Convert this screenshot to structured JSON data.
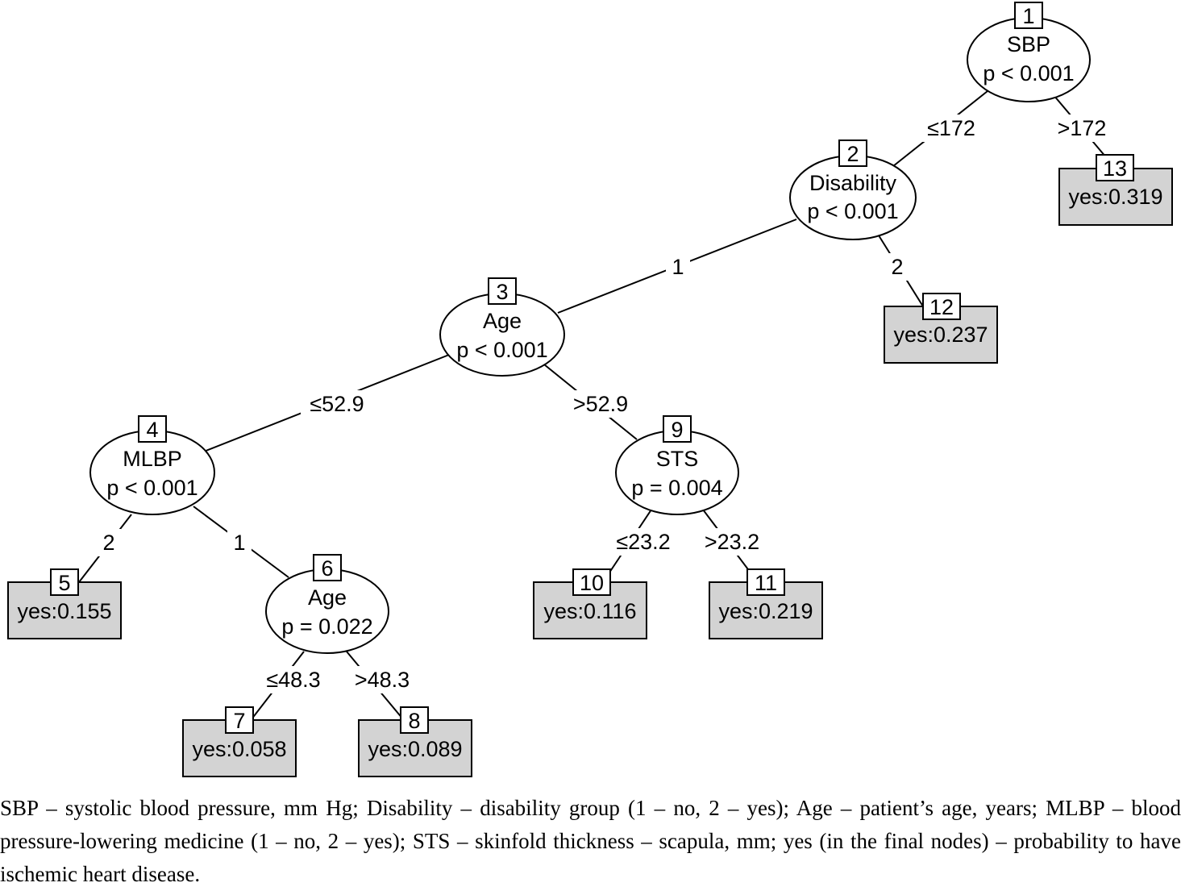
{
  "nodes": {
    "n1": {
      "id": "1",
      "var": "SBP",
      "p": "p < 0.001"
    },
    "n2": {
      "id": "2",
      "var": "Disability",
      "p": "p < 0.001"
    },
    "n3": {
      "id": "3",
      "var": "Age",
      "p": "p < 0.001"
    },
    "n4": {
      "id": "4",
      "var": "MLBP",
      "p": "p < 0.001"
    },
    "n6": {
      "id": "6",
      "var": "Age",
      "p": "p = 0.022"
    },
    "n9": {
      "id": "9",
      "var": "STS",
      "p": "p = 0.004"
    },
    "n5": {
      "id": "5",
      "value": "yes:0.155"
    },
    "n7": {
      "id": "7",
      "value": "yes:0.058"
    },
    "n8": {
      "id": "8",
      "value": "yes:0.089"
    },
    "n10": {
      "id": "10",
      "value": "yes:0.116"
    },
    "n11": {
      "id": "11",
      "value": "yes:0.219"
    },
    "n12": {
      "id": "12",
      "value": "yes:0.237"
    },
    "n13": {
      "id": "13",
      "value": "yes:0.319"
    }
  },
  "edges": {
    "e1_2": "≤172",
    "e1_13": ">172",
    "e2_3": "1",
    "e2_12": "2",
    "e3_4": "≤52.9",
    "e3_9": ">52.9",
    "e4_5": "2",
    "e4_6": "1",
    "e6_7": "≤48.3",
    "e6_8": ">48.3",
    "e9_10": "≤23.2",
    "e9_11": ">23.2"
  },
  "caption": "SBP – systolic blood pressure, mm Hg; Disability – disability group (1 – no, 2 – yes); Age – patient’s age, years; MLBP – blood pressure-lowering medicine (1 – no, 2 – yes); STS – skinfold thickness – scapula, mm; yes (in the final nodes) – probability to have ischemic heart disease."
}
